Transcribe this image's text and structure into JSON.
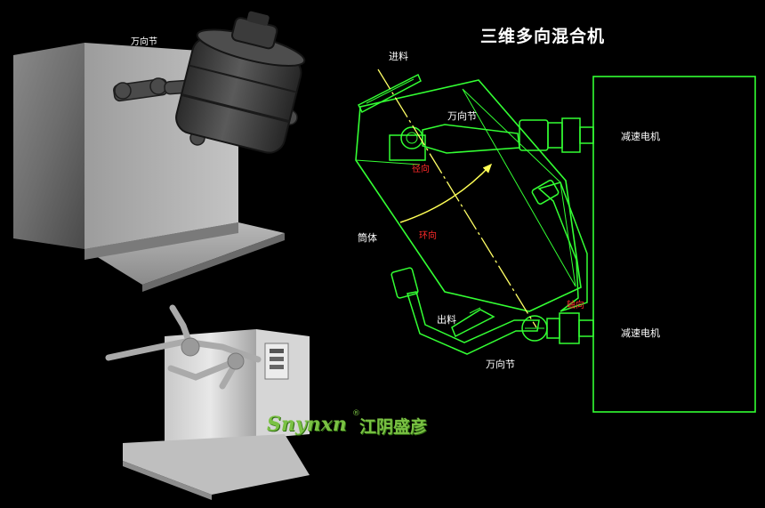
{
  "title": "三维多向混合机",
  "labels": {
    "universal_joint": "万向节",
    "feed_inlet": "进料",
    "radial": "径向",
    "cylinder": "筒体",
    "circumferential": "环向",
    "reducer_motor": "减速电机",
    "discharge": "出料",
    "axial": "轴向"
  },
  "brand": {
    "latin": "Snynxn",
    "mark": "®",
    "chinese": "江阴盛彦"
  },
  "colors": {
    "background": "#000000",
    "schematic_line": "#33ff33",
    "axis_line": "#ffff66",
    "rotation_arrow": "#ffff55",
    "annotation_red": "#ff2a2a",
    "brand_green": "#7ac143"
  }
}
